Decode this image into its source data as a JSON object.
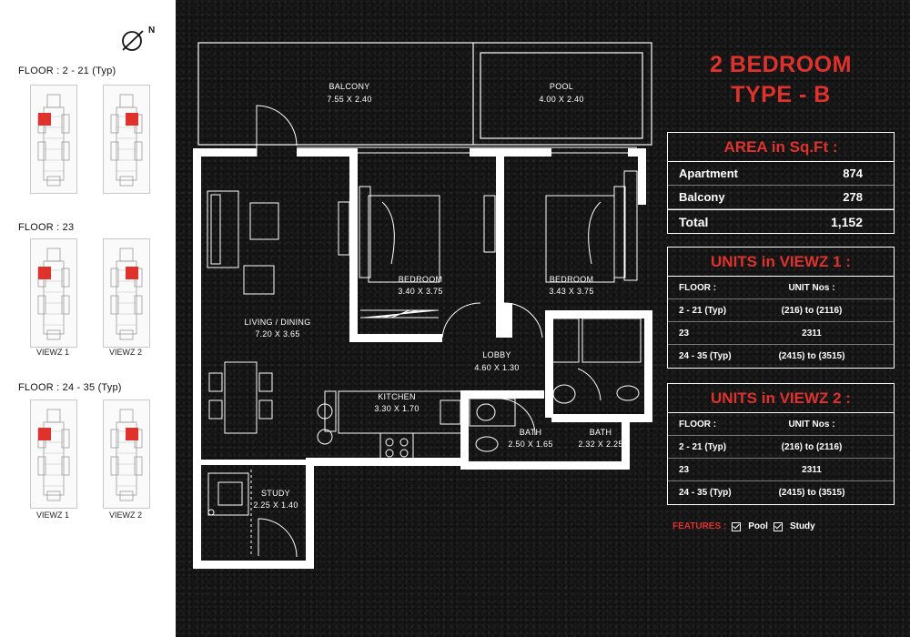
{
  "key_plan": {
    "compass_letter": "N",
    "groups": [
      {
        "floor_label": "FLOOR : 2 - 21 (Typ)",
        "captions": [
          "",
          ""
        ]
      },
      {
        "floor_label": "FLOOR : 23",
        "captions": [
          "VIEWZ 1",
          "VIEWZ 2"
        ]
      },
      {
        "floor_label": "FLOOR : 24 - 35 (Typ)",
        "captions": [
          "VIEWZ 1",
          "VIEWZ 2"
        ]
      }
    ]
  },
  "rooms": {
    "balcony": {
      "name": "BALCONY",
      "size": "7.55 X 2.40"
    },
    "pool": {
      "name": "POOL",
      "size": "4.00 X 2.40"
    },
    "bedroom1": {
      "name": "BEDROOM",
      "size": "3.40 X 3.75"
    },
    "bedroom2": {
      "name": "BEDROOM",
      "size": "3.43 X 3.75"
    },
    "living": {
      "name": "LIVING / DINING",
      "size": "7.20 X 3.65"
    },
    "lobby": {
      "name": "LOBBY",
      "size": "4.60 X 1.30"
    },
    "kitchen": {
      "name": "KITCHEN",
      "size": "3.30 X 1.70"
    },
    "bath1": {
      "name": "BATH",
      "size": "2.50 X 1.65"
    },
    "bath2": {
      "name": "BATH",
      "size": "2.32 X 2.25"
    },
    "study": {
      "name": "STUDY",
      "size": "2.25 X 1.40"
    }
  },
  "title": {
    "line1": "2 BEDROOM",
    "line2": "TYPE - B"
  },
  "area": {
    "heading": "AREA in Sq.Ft :",
    "rows": [
      {
        "label": "Apartment",
        "value": "874"
      },
      {
        "label": "Balcony",
        "value": "278"
      }
    ],
    "total": {
      "label": "Total",
      "value": "1,152"
    }
  },
  "units_viewz1": {
    "heading": "UNITS in VIEWZ 1 :",
    "col_floor": "FLOOR :",
    "col_units": "UNIT Nos :",
    "rows": [
      {
        "floor": "2 - 21 (Typ)",
        "units": "(216) to (2116)"
      },
      {
        "floor": "23",
        "units": "2311"
      },
      {
        "floor": "24 - 35 (Typ)",
        "units": "(2415) to (3515)"
      }
    ]
  },
  "units_viewz2": {
    "heading": "UNITS in VIEWZ 2 :",
    "col_floor": "FLOOR :",
    "col_units": "UNIT Nos :",
    "rows": [
      {
        "floor": "2 - 21 (Typ)",
        "units": "(216) to (2116)"
      },
      {
        "floor": "23",
        "units": "2311"
      },
      {
        "floor": "24 - 35 (Typ)",
        "units": "(2415) to (3515)"
      }
    ]
  },
  "features": {
    "label": "FEATURES :",
    "items": [
      "Pool",
      "Study"
    ]
  },
  "colors": {
    "accent": "#e0322c",
    "background": "#161616",
    "line": "#ffffff"
  }
}
